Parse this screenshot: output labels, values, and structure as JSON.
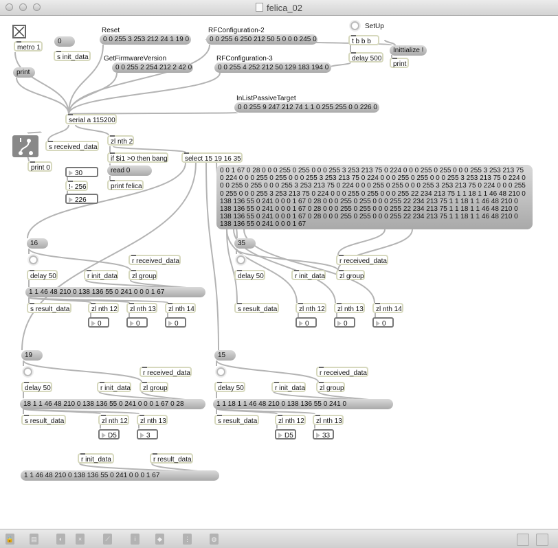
{
  "window": {
    "title": "felica_02"
  },
  "objects": {
    "metro": "metro 1",
    "msg_zero": "0",
    "s_init_data": "s init_data",
    "print_msg": "print",
    "reset_label": "Reset",
    "reset_msg": "0 0 255 3 253 212 24 1 19 0",
    "fw_label": "GetFirmwareVersion",
    "fw_msg": "0 0 255 2 254 212 2 42 0",
    "rf2_label": "RFConfiguration-2",
    "rf2_msg": "0 0 255 6 250 212 50 5 0 0 0 245 0",
    "rf3_label": "RFConfiguration-3",
    "rf3_msg": "0 0 255 4 252 212 50 129 183 194 0",
    "setup_label": "SetUp",
    "tbbb": "t b b b",
    "delay500": "delay 500",
    "init_msg": "Inittialize !",
    "print_obj": "print",
    "inlist_label": "InListPassiveTarget",
    "inlist_msg": "0 0 255 9 247 212 74 1 1 0 255 255 0 0 226 0",
    "serial": "serial a 115200",
    "s_received": "s received_data",
    "print0": "print 0",
    "zlnth2": "zl nth 2",
    "ifbang": "if $i1 >0 then bang",
    "read0": "read 0",
    "printfelica": "print felica",
    "num30": "30",
    "minus256": "!- 256",
    "num226": "226",
    "select": "select 15 19 16 35",
    "big_msg": "0 0 1 67 0 28 0 0 0 255 0 255 0 0 0 255 3 253 213 75 0 224 0 0 0 255 0 255 0 0 0 255 3 253 213 75 0 224 0 0 0 255 0 255 0 0 0 255 3 253 213 75 0 224 0 0 0 255 0 255 0 0 0 255 3 253 213 75 0 224 0 0 0 255 0 255 0 0 0 255 3 253 213 75 0 224 0 0 0 255 0 255 0 0 0 255 3 253 213 75 0 224 0 0 0 255 0 255 0 0 0 255 3 253 213 75 0 224 0 0 0 255 0 255 0 0 0 255 22 234 213 75 1 1 18 1 1 46 48 210 0 138 136 55 0 241 0 0 0 1 67 0 28 0 0 0 255 0 255 0 0 0 255 22 234 213 75 1 1 18 1 1 46 48 210 0 138 136 55 0 241 0 0 0 1 67 0 28 0 0 0 255 0 255 0 0 0 255 22 234 213 75 1 1 18 1 1 46 48 210 0 138 136 55 0 241 0 0 0 1 67 0 28 0 0 0 255 0 255 0 0 0 255 22 234 213 75 1 1 18 1 1 46 48 210 0 138 136 55 0 241 0 0 0 1 67"
  },
  "sections": [
    {
      "tag": "16",
      "delay": "delay 50",
      "r_init": "r init_data",
      "r_received": "r received_data",
      "zl_group": "zl group",
      "result_msg": "1 1 46 48 210 0 138 136 55 0 241 0 0 0 1 67",
      "s_result": "s result_data",
      "nths": [
        "zl nth 12",
        "zl nth 13",
        "zl nth 14"
      ],
      "values": [
        "0",
        "0",
        "0"
      ]
    },
    {
      "tag": "35",
      "delay": "delay 50",
      "r_init": "r init_data",
      "r_received": "r received_data",
      "zl_group": "zl group",
      "s_result": "s result_data",
      "nths": [
        "zl nth 12",
        "zl nth 13",
        "zl nth 14"
      ],
      "values": [
        "0",
        "0",
        "0"
      ]
    },
    {
      "tag": "19",
      "delay": "delay 50",
      "r_init": "r init_data",
      "r_received": "r received_data",
      "zl_group": "zl group",
      "result_msg": "18 1 1 46 48 210 0 138 136 55 0 241 0 0 0 1 67 0 28",
      "s_result": "s result_data",
      "nths": [
        "zl nth 12",
        "zl nth 13"
      ],
      "values": [
        "D5",
        "3"
      ]
    },
    {
      "tag": "15",
      "delay": "delay 50",
      "r_init": "r init_data",
      "r_received": "r received_data",
      "zl_group": "zl group",
      "result_msg": "1 1 18 1 1 46 48 210 0 138 136 55 0 241 0",
      "s_result": "s result_data",
      "nths": [
        "zl nth 12",
        "zl nth 13"
      ],
      "values": [
        "D5",
        "33"
      ]
    }
  ],
  "bottom": {
    "r_init": "r init_data",
    "r_result": "r result_data",
    "msg": "1 1 46 48 210 0 138 136 55 0 241 0 0 0 1 67"
  },
  "toolbar": {
    "icons": [
      "lock-icon",
      "copy-icon",
      "people-icon",
      "delete-icon",
      "presentation-icon",
      "info-icon",
      "connect-icon",
      "grid-icon",
      "palette-icon"
    ],
    "right_icons": [
      "split-horizontal-icon",
      "split-vertical-icon"
    ]
  }
}
